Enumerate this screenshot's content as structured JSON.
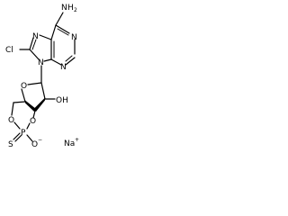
{
  "molecule": {
    "atoms": {
      "nh2": "NH2",
      "n_amine": "N",
      "h2": "H",
      "cl": "Cl",
      "n7": "N",
      "n9": "N",
      "n1": "N",
      "n3": "N",
      "o_ring": "O",
      "oh": "OH",
      "o_cyc_top": "O",
      "o_cyc_bot": "O",
      "p": "P",
      "s": "S",
      "o_minus": "O",
      "minus": "−",
      "na": "Na",
      "plus": "+"
    }
  }
}
